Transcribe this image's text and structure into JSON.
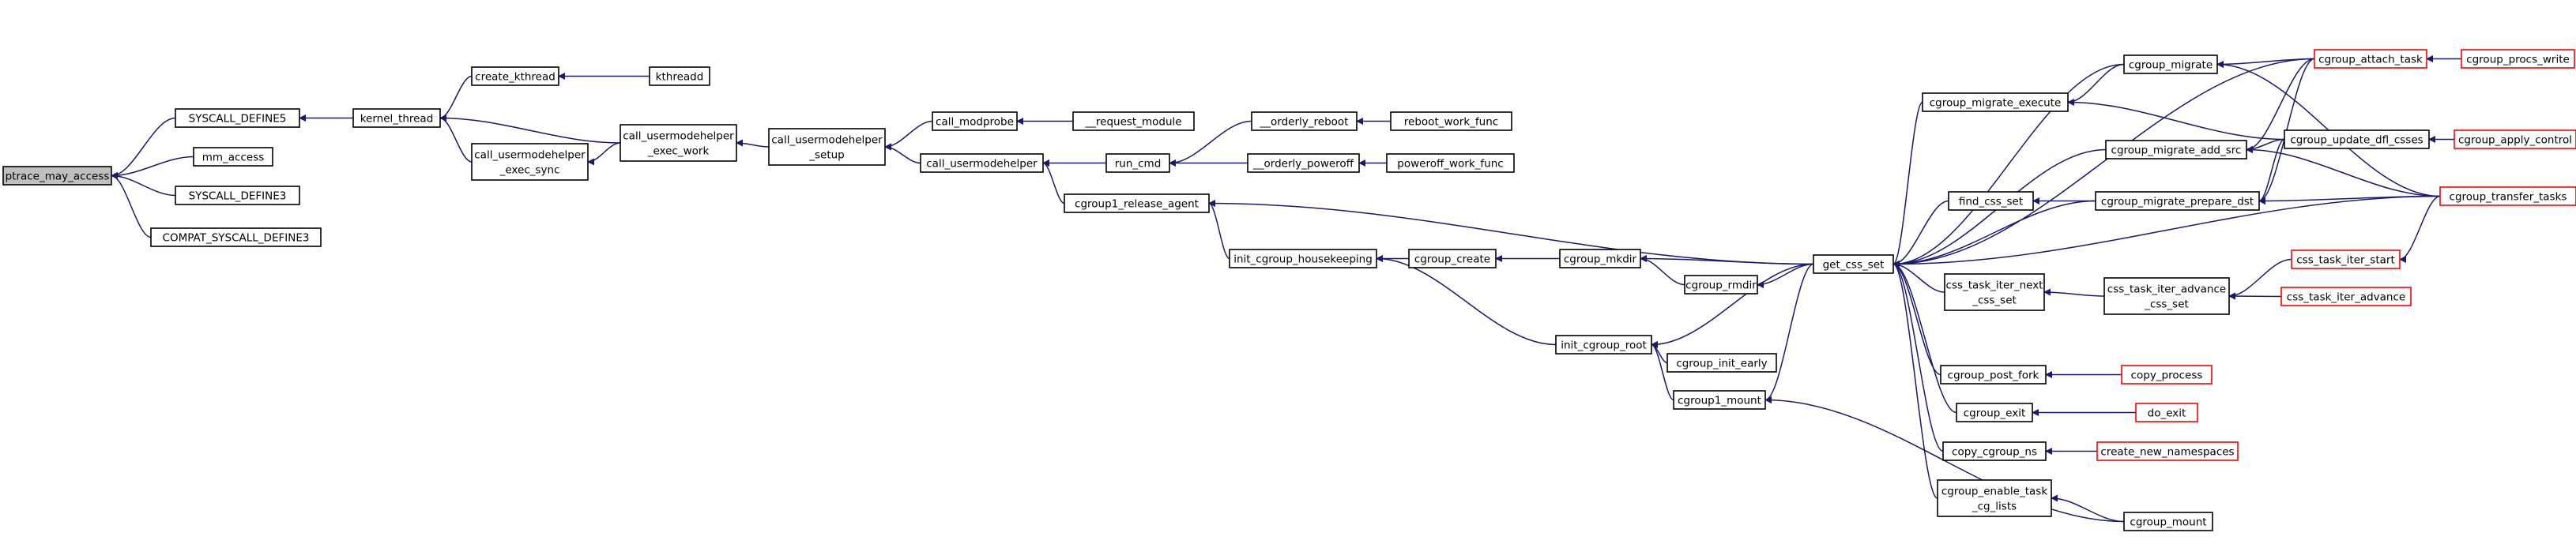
{
  "graph": {
    "title": "",
    "colors": {
      "edge": "#191970",
      "node_border": "#000000",
      "node_border_external": "#ff0000",
      "root_fill": "#bfbfbf"
    },
    "nodes": [
      {
        "id": "ptrace_may_access",
        "lines": [
          "ptrace_may_access"
        ],
        "style": "root"
      },
      {
        "id": "SYSCALL_DEFINE5",
        "lines": [
          "SYSCALL_DEFINE5"
        ],
        "style": "black"
      },
      {
        "id": "mm_access",
        "lines": [
          "mm_access"
        ],
        "style": "black"
      },
      {
        "id": "SYSCALL_DEFINE3",
        "lines": [
          "SYSCALL_DEFINE3"
        ],
        "style": "black"
      },
      {
        "id": "COMPAT_SYSCALL_DEFINE3",
        "lines": [
          "COMPAT_SYSCALL_DEFINE3"
        ],
        "style": "black"
      },
      {
        "id": "kernel_thread",
        "lines": [
          "kernel_thread"
        ],
        "style": "black"
      },
      {
        "id": "create_kthread",
        "lines": [
          "create_kthread"
        ],
        "style": "black"
      },
      {
        "id": "kthreadd",
        "lines": [
          "kthreadd"
        ],
        "style": "black"
      },
      {
        "id": "call_usermodehelper_exec_sync",
        "lines": [
          "call_usermodehelper",
          "_exec_sync"
        ],
        "style": "black"
      },
      {
        "id": "call_usermodehelper_exec_work",
        "lines": [
          "call_usermodehelper",
          "_exec_work"
        ],
        "style": "black"
      },
      {
        "id": "call_usermodehelper_setup",
        "lines": [
          "call_usermodehelper",
          "_setup"
        ],
        "style": "black"
      },
      {
        "id": "call_modprobe",
        "lines": [
          "call_modprobe"
        ],
        "style": "black"
      },
      {
        "id": "__request_module",
        "lines": [
          "__request_module"
        ],
        "style": "black"
      },
      {
        "id": "call_usermodehelper",
        "lines": [
          "call_usermodehelper"
        ],
        "style": "black"
      },
      {
        "id": "run_cmd",
        "lines": [
          "run_cmd"
        ],
        "style": "black"
      },
      {
        "id": "__orderly_reboot",
        "lines": [
          "__orderly_reboot"
        ],
        "style": "black"
      },
      {
        "id": "reboot_work_func",
        "lines": [
          "reboot_work_func"
        ],
        "style": "black"
      },
      {
        "id": "__orderly_poweroff",
        "lines": [
          "__orderly_poweroff"
        ],
        "style": "black"
      },
      {
        "id": "poweroff_work_func",
        "lines": [
          "poweroff_work_func"
        ],
        "style": "black"
      },
      {
        "id": "cgroup1_release_agent",
        "lines": [
          "cgroup1_release_agent"
        ],
        "style": "black"
      },
      {
        "id": "init_cgroup_housekeeping",
        "lines": [
          "init_cgroup_housekeeping"
        ],
        "style": "black"
      },
      {
        "id": "cgroup_create",
        "lines": [
          "cgroup_create"
        ],
        "style": "black"
      },
      {
        "id": "cgroup_mkdir",
        "lines": [
          "cgroup_mkdir"
        ],
        "style": "black"
      },
      {
        "id": "cgroup_rmdir",
        "lines": [
          "cgroup_rmdir"
        ],
        "style": "black"
      },
      {
        "id": "init_cgroup_root",
        "lines": [
          "init_cgroup_root"
        ],
        "style": "black"
      },
      {
        "id": "cgroup_init_early",
        "lines": [
          "cgroup_init_early"
        ],
        "style": "black"
      },
      {
        "id": "cgroup1_mount",
        "lines": [
          "cgroup1_mount"
        ],
        "style": "black"
      },
      {
        "id": "get_css_set",
        "lines": [
          "get_css_set"
        ],
        "style": "black"
      },
      {
        "id": "cgroup_migrate_execute",
        "lines": [
          "cgroup_migrate_execute"
        ],
        "style": "black"
      },
      {
        "id": "cgroup_migrate",
        "lines": [
          "cgroup_migrate"
        ],
        "style": "black"
      },
      {
        "id": "cgroup_migrate_add_src",
        "lines": [
          "cgroup_migrate_add_src"
        ],
        "style": "black"
      },
      {
        "id": "find_css_set",
        "lines": [
          "find_css_set"
        ],
        "style": "black"
      },
      {
        "id": "cgroup_migrate_prepare_dst",
        "lines": [
          "cgroup_migrate_prepare_dst"
        ],
        "style": "black"
      },
      {
        "id": "css_task_iter_next_css_set",
        "lines": [
          "css_task_iter_next",
          "_css_set"
        ],
        "style": "black"
      },
      {
        "id": "css_task_iter_advance_css_set",
        "lines": [
          "css_task_iter_advance",
          "_css_set"
        ],
        "style": "black"
      },
      {
        "id": "cgroup_post_fork",
        "lines": [
          "cgroup_post_fork"
        ],
        "style": "black"
      },
      {
        "id": "cgroup_exit",
        "lines": [
          "cgroup_exit"
        ],
        "style": "black"
      },
      {
        "id": "copy_cgroup_ns",
        "lines": [
          "copy_cgroup_ns"
        ],
        "style": "black"
      },
      {
        "id": "cgroup_enable_task_cg_lists",
        "lines": [
          "cgroup_enable_task",
          "_cg_lists"
        ],
        "style": "black"
      },
      {
        "id": "cgroup_mount",
        "lines": [
          "cgroup_mount"
        ],
        "style": "black"
      },
      {
        "id": "cgroup_update_dfl_csses",
        "lines": [
          "cgroup_update_dfl_csses"
        ],
        "style": "black"
      },
      {
        "id": "cgroup_attach_task",
        "lines": [
          "cgroup_attach_task"
        ],
        "style": "red"
      },
      {
        "id": "cgroup_procs_write",
        "lines": [
          "cgroup_procs_write"
        ],
        "style": "red"
      },
      {
        "id": "cgroup_apply_control",
        "lines": [
          "cgroup_apply_control"
        ],
        "style": "red"
      },
      {
        "id": "cgroup_transfer_tasks",
        "lines": [
          "cgroup_transfer_tasks"
        ],
        "style": "red"
      },
      {
        "id": "css_task_iter_start",
        "lines": [
          "css_task_iter_start"
        ],
        "style": "red"
      },
      {
        "id": "css_task_iter_advance",
        "lines": [
          "css_task_iter_advance"
        ],
        "style": "red"
      },
      {
        "id": "copy_process",
        "lines": [
          "copy_process"
        ],
        "style": "red"
      },
      {
        "id": "do_exit",
        "lines": [
          "do_exit"
        ],
        "style": "red"
      },
      {
        "id": "create_new_namespaces",
        "lines": [
          "create_new_namespaces"
        ],
        "style": "red"
      }
    ],
    "edges": [
      [
        "SYSCALL_DEFINE5",
        "ptrace_may_access"
      ],
      [
        "mm_access",
        "ptrace_may_access"
      ],
      [
        "SYSCALL_DEFINE3",
        "ptrace_may_access"
      ],
      [
        "COMPAT_SYSCALL_DEFINE3",
        "ptrace_may_access"
      ],
      [
        "kernel_thread",
        "SYSCALL_DEFINE5"
      ],
      [
        "create_kthread",
        "kernel_thread"
      ],
      [
        "call_usermodehelper_exec_sync",
        "kernel_thread"
      ],
      [
        "call_usermodehelper_exec_work",
        "kernel_thread"
      ],
      [
        "kthreadd",
        "create_kthread"
      ],
      [
        "call_usermodehelper_exec_work",
        "call_usermodehelper_exec_sync"
      ],
      [
        "call_usermodehelper_setup",
        "call_usermodehelper_exec_work"
      ],
      [
        "call_modprobe",
        "call_usermodehelper_setup"
      ],
      [
        "call_usermodehelper",
        "call_usermodehelper_setup"
      ],
      [
        "__request_module",
        "call_modprobe"
      ],
      [
        "run_cmd",
        "call_usermodehelper"
      ],
      [
        "cgroup1_release_agent",
        "call_usermodehelper"
      ],
      [
        "__orderly_reboot",
        "run_cmd"
      ],
      [
        "__orderly_poweroff",
        "run_cmd"
      ],
      [
        "reboot_work_func",
        "__orderly_reboot"
      ],
      [
        "poweroff_work_func",
        "__orderly_poweroff"
      ],
      [
        "get_css_set",
        "cgroup1_release_agent"
      ],
      [
        "init_cgroup_housekeeping",
        "cgroup1_release_agent"
      ],
      [
        "cgroup_create",
        "init_cgroup_housekeeping"
      ],
      [
        "init_cgroup_root",
        "init_cgroup_housekeeping"
      ],
      [
        "cgroup_mkdir",
        "cgroup_create"
      ],
      [
        "cgroup_rmdir",
        "cgroup_mkdir"
      ],
      [
        "get_css_set",
        "cgroup_mkdir"
      ],
      [
        "get_css_set",
        "cgroup_rmdir"
      ],
      [
        "get_css_set",
        "init_cgroup_root"
      ],
      [
        "cgroup_init_early",
        "init_cgroup_root"
      ],
      [
        "cgroup1_mount",
        "init_cgroup_root"
      ],
      [
        "get_css_set",
        "cgroup1_mount"
      ],
      [
        "cgroup_mount",
        "cgroup1_mount"
      ],
      [
        "cgroup_migrate_execute",
        "get_css_set"
      ],
      [
        "cgroup_migrate",
        "get_css_set"
      ],
      [
        "cgroup_migrate_add_src",
        "get_css_set"
      ],
      [
        "find_css_set",
        "get_css_set"
      ],
      [
        "cgroup_migrate_prepare_dst",
        "get_css_set"
      ],
      [
        "css_task_iter_next_css_set",
        "get_css_set"
      ],
      [
        "cgroup_post_fork",
        "get_css_set"
      ],
      [
        "cgroup_exit",
        "get_css_set"
      ],
      [
        "copy_cgroup_ns",
        "get_css_set"
      ],
      [
        "cgroup_enable_task_cg_lists",
        "get_css_set"
      ],
      [
        "cgroup_attach_task",
        "get_css_set"
      ],
      [
        "cgroup_transfer_tasks",
        "get_css_set"
      ],
      [
        "cgroup_migrate",
        "cgroup_migrate_execute"
      ],
      [
        "cgroup_update_dfl_csses",
        "cgroup_migrate_execute"
      ],
      [
        "cgroup_attach_task",
        "cgroup_migrate"
      ],
      [
        "cgroup_transfer_tasks",
        "cgroup_migrate"
      ],
      [
        "cgroup_attach_task",
        "cgroup_migrate_add_src"
      ],
      [
        "cgroup_update_dfl_csses",
        "cgroup_migrate_add_src"
      ],
      [
        "cgroup_transfer_tasks",
        "cgroup_migrate_add_src"
      ],
      [
        "cgroup_migrate_prepare_dst",
        "find_css_set"
      ],
      [
        "cgroup_attach_task",
        "cgroup_migrate_prepare_dst"
      ],
      [
        "cgroup_update_dfl_csses",
        "cgroup_migrate_prepare_dst"
      ],
      [
        "cgroup_transfer_tasks",
        "cgroup_migrate_prepare_dst"
      ],
      [
        "cgroup_procs_write",
        "cgroup_attach_task"
      ],
      [
        "cgroup_apply_control",
        "cgroup_update_dfl_csses"
      ],
      [
        "css_task_iter_advance_css_set",
        "css_task_iter_next_css_set"
      ],
      [
        "css_task_iter_start",
        "css_task_iter_advance_css_set"
      ],
      [
        "css_task_iter_advance",
        "css_task_iter_advance_css_set"
      ],
      [
        "cgroup_transfer_tasks",
        "css_task_iter_start"
      ],
      [
        "copy_process",
        "cgroup_post_fork"
      ],
      [
        "do_exit",
        "cgroup_exit"
      ],
      [
        "create_new_namespaces",
        "copy_cgroup_ns"
      ],
      [
        "cgroup_mount",
        "cgroup_enable_task_cg_lists"
      ]
    ]
  }
}
